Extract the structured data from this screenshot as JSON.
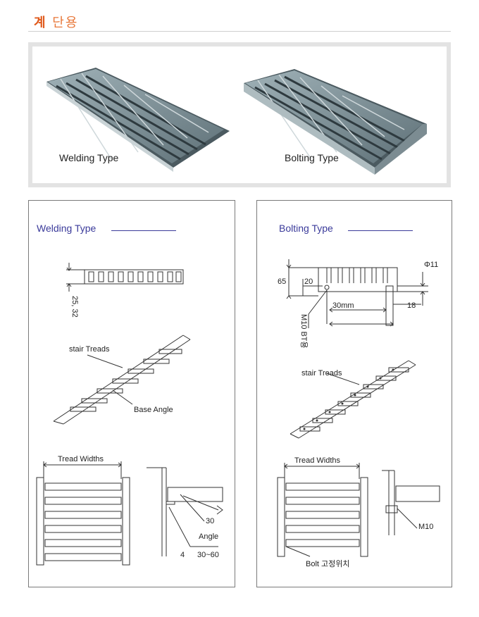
{
  "page_title": {
    "part1": "계",
    "part2": "단용"
  },
  "photos": {
    "welding_caption": "Welding Type",
    "bolting_caption": "Bolting Type"
  },
  "welding": {
    "section_title": "Welding Type",
    "dim_thickness": "25, 32",
    "stair_treads": "stair Treads",
    "base_angle": "Base Angle",
    "tread_widths": "Tread Widths",
    "dim_30": "30",
    "angle": "Angle",
    "weld_4": "4",
    "weld_30_60": "30~60"
  },
  "bolting": {
    "section_title": "Bolting Type",
    "dim_phi11": "Φ11",
    "dim_65": "65",
    "dim_20": "20",
    "dim_30mm": "30mm",
    "dim_18": "18",
    "m10_bt": "M10 BT용",
    "stair_treads": "stair Treads",
    "tread_widths": "Tread Widths",
    "m10": "M10",
    "bolt_position": "Bolt 고정위치"
  },
  "colors": {
    "title_orange": "#e05a1c",
    "section_blue": "#3a3a9a",
    "panel_grey": "#e3e3e3"
  }
}
